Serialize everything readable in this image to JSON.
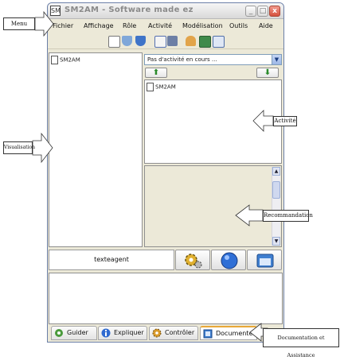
{
  "window": {
    "title": "SM2AM - Software made ez",
    "app_icon": "SM",
    "controls": [
      "_",
      "□",
      "x"
    ]
  },
  "menu": [
    "Fichier",
    "Affichage",
    "Rôle",
    "Activité",
    "Modélisation",
    "Outils",
    "Aide"
  ],
  "toolbar_icons": [
    "document-icon",
    "shield-icon",
    "shield-blue-icon",
    "clipboard-icon",
    "print-icon",
    "user-icon",
    "monitor-icon",
    "window-icon"
  ],
  "visualisation": {
    "tree_item": "SM2AM"
  },
  "activity": {
    "combo_value": "Pas d'activité en cours ...",
    "up_arrow": "⬆",
    "down_arrow": "⬇",
    "tree_item": "SM2AM"
  },
  "agent": {
    "label": "texteagent"
  },
  "tabs": [
    {
      "label": "Guider",
      "icon": "guide-icon"
    },
    {
      "label": "Expliquer",
      "icon": "info-icon"
    },
    {
      "label": "Contrôler",
      "icon": "control-icon"
    },
    {
      "label": "Documenter",
      "icon": "document-icon"
    }
  ],
  "annotations": {
    "menu": "Menu",
    "visualisation": "Visualisation",
    "activite": "Activité",
    "recommandation": "Recommandation",
    "documentation": "Documentation et Assistance"
  }
}
